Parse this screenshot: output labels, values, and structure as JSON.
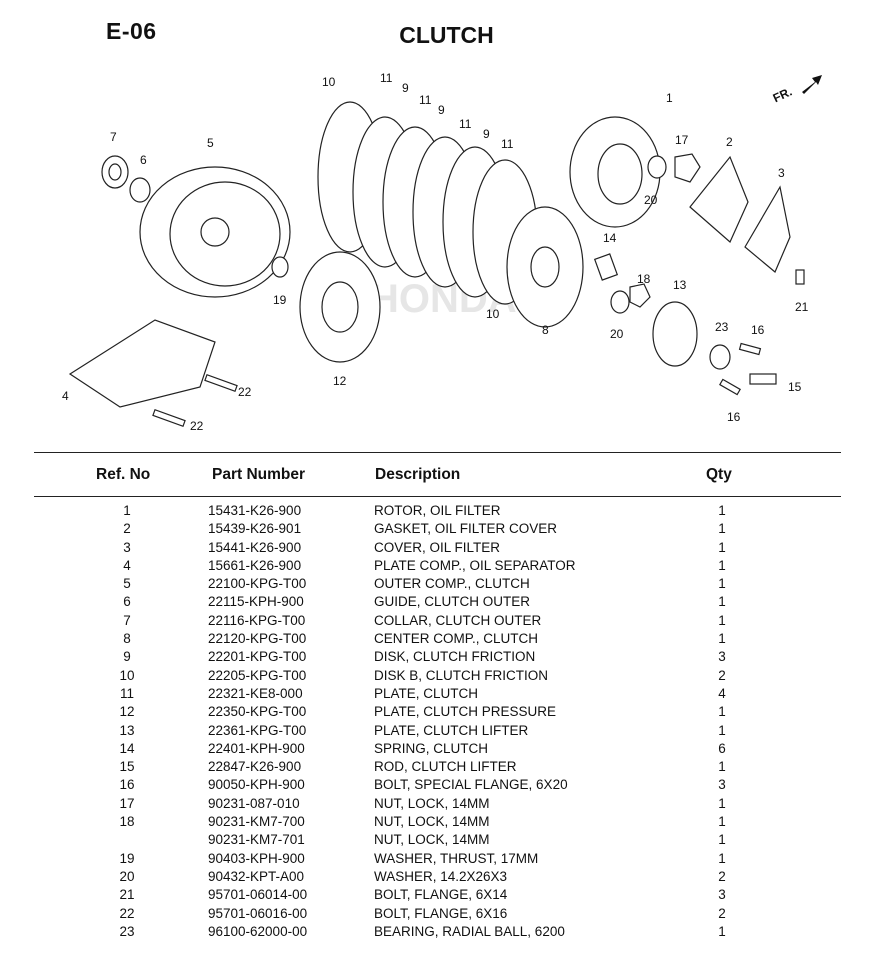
{
  "page": {
    "code": "E-06",
    "title": "CLUTCH"
  },
  "diagram": {
    "fr_label": "FR.",
    "watermark": "HONDA",
    "callouts": [
      "1",
      "2",
      "3",
      "4",
      "5",
      "6",
      "7",
      "8",
      "9",
      "9",
      "9",
      "10",
      "10",
      "11",
      "11",
      "11",
      "11",
      "12",
      "13",
      "14",
      "15",
      "16",
      "16",
      "17",
      "18",
      "19",
      "20",
      "20",
      "21",
      "22",
      "22",
      "23"
    ]
  },
  "table": {
    "headers": {
      "ref": "Ref. No",
      "part": "Part Number",
      "desc": "Description",
      "qty": "Qty"
    },
    "rows": [
      {
        "ref": "1",
        "part": "15431-K26-900",
        "desc": "ROTOR, OIL FILTER",
        "qty": "1"
      },
      {
        "ref": "2",
        "part": "15439-K26-901",
        "desc": "GASKET, OIL FILTER COVER",
        "qty": "1"
      },
      {
        "ref": "3",
        "part": "15441-K26-900",
        "desc": "COVER, OIL FILTER",
        "qty": "1"
      },
      {
        "ref": "4",
        "part": "15661-K26-900",
        "desc": "PLATE COMP., OIL SEPARATOR",
        "qty": "1"
      },
      {
        "ref": "5",
        "part": "22100-KPG-T00",
        "desc": "OUTER COMP., CLUTCH",
        "qty": "1"
      },
      {
        "ref": "6",
        "part": "22115-KPH-900",
        "desc": "GUIDE, CLUTCH OUTER",
        "qty": "1"
      },
      {
        "ref": "7",
        "part": "22116-KPG-T00",
        "desc": "COLLAR, CLUTCH OUTER",
        "qty": "1"
      },
      {
        "ref": "8",
        "part": "22120-KPG-T00",
        "desc": "CENTER COMP., CLUTCH",
        "qty": "1"
      },
      {
        "ref": "9",
        "part": "22201-KPG-T00",
        "desc": "DISK, CLUTCH FRICTION",
        "qty": "3"
      },
      {
        "ref": "10",
        "part": "22205-KPG-T00",
        "desc": "DISK B, CLUTCH FRICTION",
        "qty": "2"
      },
      {
        "ref": "11",
        "part": "22321-KE8-000",
        "desc": "PLATE, CLUTCH",
        "qty": "4"
      },
      {
        "ref": "12",
        "part": "22350-KPG-T00",
        "desc": "PLATE, CLUTCH PRESSURE",
        "qty": "1"
      },
      {
        "ref": "13",
        "part": "22361-KPG-T00",
        "desc": "PLATE, CLUTCH LIFTER",
        "qty": "1"
      },
      {
        "ref": "14",
        "part": "22401-KPH-900",
        "desc": "SPRING, CLUTCH",
        "qty": "6"
      },
      {
        "ref": "15",
        "part": "22847-K26-900",
        "desc": "ROD, CLUTCH LIFTER",
        "qty": "1"
      },
      {
        "ref": "16",
        "part": "90050-KPH-900",
        "desc": "BOLT, SPECIAL FLANGE, 6X20",
        "qty": "3"
      },
      {
        "ref": "17",
        "part": "90231-087-010",
        "desc": "NUT, LOCK, 14MM",
        "qty": "1"
      },
      {
        "ref": "18",
        "part": "90231-KM7-700",
        "desc": "NUT, LOCK, 14MM",
        "qty": "1"
      },
      {
        "ref": "",
        "part": "90231-KM7-701",
        "desc": "NUT, LOCK, 14MM",
        "qty": "1"
      },
      {
        "ref": "19",
        "part": "90403-KPH-900",
        "desc": "WASHER, THRUST, 17MM",
        "qty": "1"
      },
      {
        "ref": "20",
        "part": "90432-KPT-A00",
        "desc": "WASHER, 14.2X26X3",
        "qty": "2"
      },
      {
        "ref": "21",
        "part": "95701-06014-00",
        "desc": "BOLT, FLANGE, 6X14",
        "qty": "3"
      },
      {
        "ref": "22",
        "part": "95701-06016-00",
        "desc": "BOLT, FLANGE, 6X16",
        "qty": "2"
      },
      {
        "ref": "23",
        "part": "96100-62000-00",
        "desc": "BEARING, RADIAL BALL, 6200",
        "qty": "1"
      }
    ]
  }
}
